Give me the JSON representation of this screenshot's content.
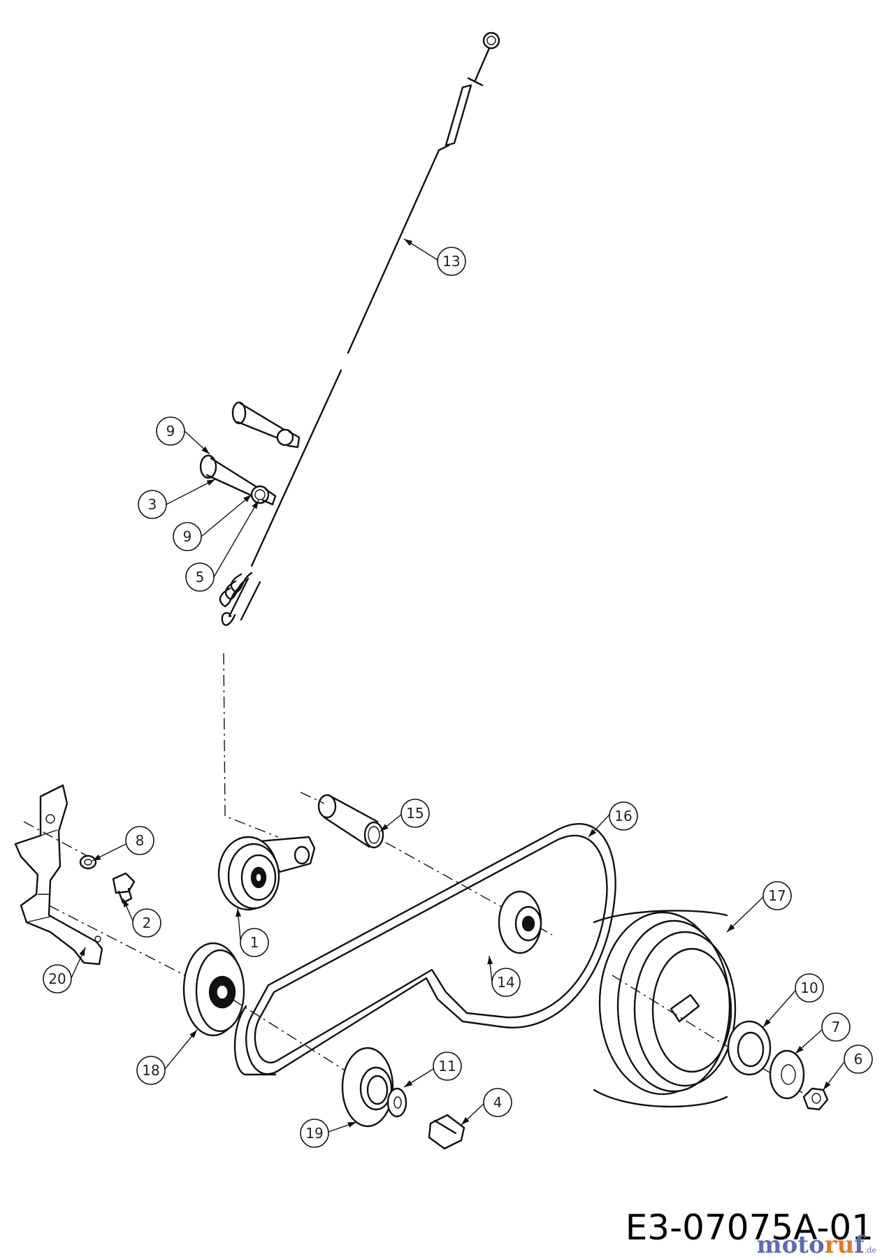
{
  "drawing_code": "E3-07075A-01",
  "watermark": {
    "part1": "moto",
    "part2": "ru",
    "part3": "f",
    "tld": ".de"
  },
  "callouts": [
    {
      "label": "13",
      "part": "cable"
    },
    {
      "label": "9",
      "part": "washer-upper"
    },
    {
      "label": "3",
      "part": "shoulder-bolt"
    },
    {
      "label": "9",
      "part": "washer-lower"
    },
    {
      "label": "5",
      "part": "nut"
    },
    {
      "label": "8",
      "part": "flange-nut"
    },
    {
      "label": "2",
      "part": "bolt"
    },
    {
      "label": "1",
      "part": "idler-pulley"
    },
    {
      "label": "15",
      "part": "spacer-tube"
    },
    {
      "label": "16",
      "part": "v-belt"
    },
    {
      "label": "14",
      "part": "drive-pulley"
    },
    {
      "label": "17",
      "part": "large-pulley"
    },
    {
      "label": "20",
      "part": "bracket"
    },
    {
      "label": "18",
      "part": "belt-guide"
    },
    {
      "label": "10",
      "part": "spacer-washer"
    },
    {
      "label": "7",
      "part": "lock-washer"
    },
    {
      "label": "6",
      "part": "hex-nut"
    },
    {
      "label": "11",
      "part": "washer"
    },
    {
      "label": "19",
      "part": "pulley-half"
    },
    {
      "label": "4",
      "part": "hex-bolt"
    }
  ]
}
